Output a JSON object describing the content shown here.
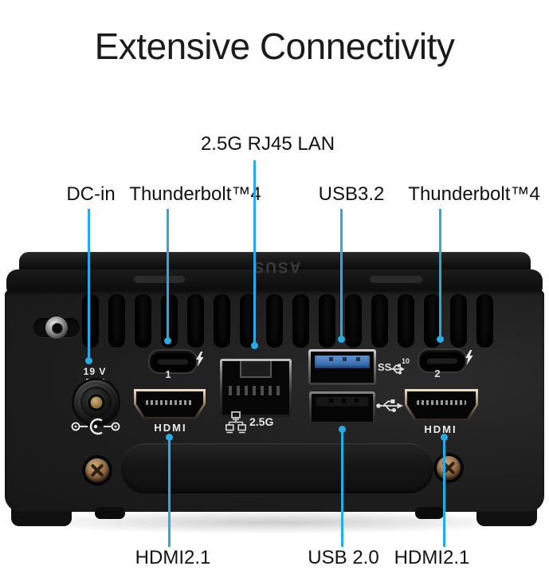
{
  "title": "Extensive Connectivity",
  "colors": {
    "accent": "#2BA9E0"
  },
  "callouts": {
    "lan": "2.5G RJ45 LAN",
    "dc_in": "DC-in",
    "thunderbolt_left": "Thunderbolt™4",
    "usb32": "USB3.2",
    "thunderbolt_right": "Thunderbolt™4",
    "hdmi_left": "HDMI2.1",
    "usb20": "USB 2.0",
    "hdmi_right": "HDMI2.1"
  },
  "device": {
    "brand": "ASUS",
    "dc_voltage_marking": "19 V",
    "thunderbolt_port1_marking": "1",
    "thunderbolt_port2_marking": "2",
    "lan_speed_marking": "2.5G",
    "hdmi_marking_left": "HDMI",
    "hdmi_marking_right": "HDMI",
    "usb32_ss_marking": "SS",
    "usb32_speed_marking": "10"
  }
}
